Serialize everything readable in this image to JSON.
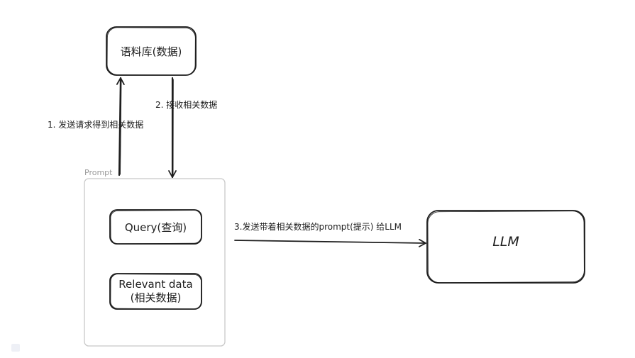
{
  "nodes": {
    "corpus": {
      "label": "语料库(数据)"
    },
    "prompt_frame": {
      "label": "Prompt"
    },
    "query": {
      "label": "Query(查询)"
    },
    "relevant_data": {
      "line1": "Relevant data",
      "line2": "(相关数据)"
    },
    "llm": {
      "label": "LLM"
    }
  },
  "edges": {
    "send_request": {
      "label": "1. 发送请求得到相关数据"
    },
    "receive_data": {
      "label": "2. 接收相关数据"
    },
    "send_prompt": {
      "label": "3.发送带着相关数据的prompt(提示) 给LLM"
    }
  },
  "colors": {
    "stroke": "#1e1e1e",
    "frame_stroke": "#c8c8c8",
    "frame_label": "#9a9a9a",
    "background": "#ffffff"
  }
}
